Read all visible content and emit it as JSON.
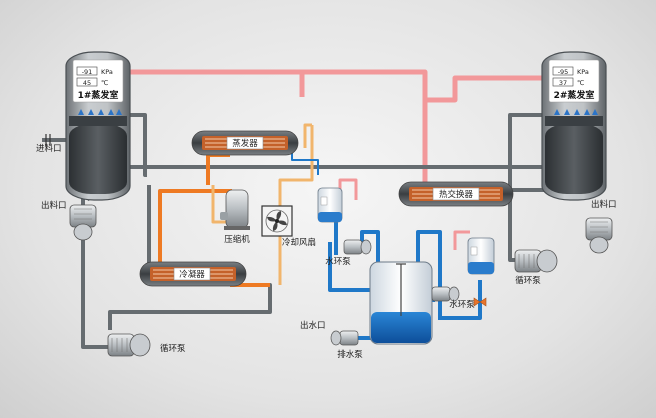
{
  "tank1": {
    "title": "1#蒸发室",
    "pressure": "-91",
    "pressure_unit": "KPa",
    "temperature": "45",
    "temperature_unit": "℃"
  },
  "tank2": {
    "title": "2#蒸发室",
    "pressure": "-95",
    "pressure_unit": "KPa",
    "temperature": "37",
    "temperature_unit": "℃"
  },
  "labels": {
    "inlet": "进料口",
    "outlet_left": "出料口",
    "outlet_right": "出料口",
    "evaporator": "蒸发器",
    "heat_exchanger": "热交换器",
    "condenser": "冷凝器",
    "compressor": "压缩机",
    "cooling_fan": "冷却风扇",
    "water_ring_pump_1": "水环泵",
    "water_ring_pump_2": "水环泵",
    "circulation_pump_left": "循环泵",
    "circulation_pump_right": "循环泵",
    "water_outlet": "出水口",
    "drain_pump": "排水泵"
  },
  "colors": {
    "hot_pipe": "#f2989a",
    "cold_pipe": "#1f78c8",
    "gray_pipe": "#666c70",
    "orange_pipe": "#ee7a23",
    "light_orange_pipe": "#f1b56c"
  }
}
